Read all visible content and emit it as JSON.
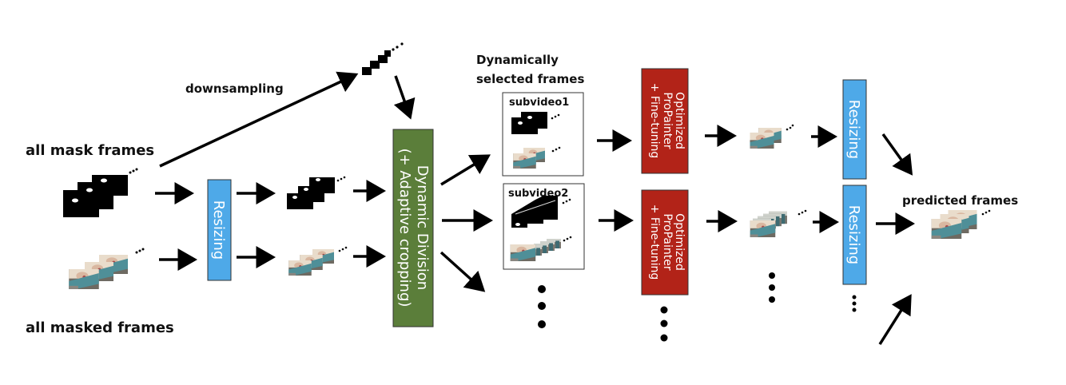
{
  "title": "Video inpainting pipeline with dynamic division",
  "labels": {
    "downsampling": "downsampling",
    "all_mask_frames": "all mask frames",
    "all_masked_frames": "all masked frames",
    "dynamic_selected_line1": "Dynamically",
    "dynamic_selected_line2": "selected frames",
    "predicted_frames": "predicted frames"
  },
  "boxes": {
    "resizing_input": {
      "label": "Resizing",
      "color": "#4ea9e8"
    },
    "dynamic_division": {
      "line1": "Dynamic Division",
      "line2": "(+ Adaptive cropping)",
      "color": "#5b7e3a"
    },
    "propainter_1": {
      "line1": "Optimized",
      "line2": "ProPainter",
      "line3": "+ Fine-tuning",
      "color": "#b22318"
    },
    "propainter_2": {
      "line1": "Optimized",
      "line2": "ProPainter",
      "line3": "+ Fine-tuning",
      "color": "#b22318"
    },
    "resizing_out_1": {
      "label": "Resizing",
      "color": "#4ea9e8"
    },
    "resizing_out_2": {
      "label": "Resizing",
      "color": "#4ea9e8"
    }
  },
  "subvideos": [
    {
      "label": "subvideo1"
    },
    {
      "label": "subvideo2"
    }
  ],
  "colors": {
    "mask": "#000000",
    "frame_skin": "#e8d5c0",
    "frame_blue": "#4f8f98",
    "frame_gray": "#6e6a62",
    "arrow": "#000000"
  }
}
